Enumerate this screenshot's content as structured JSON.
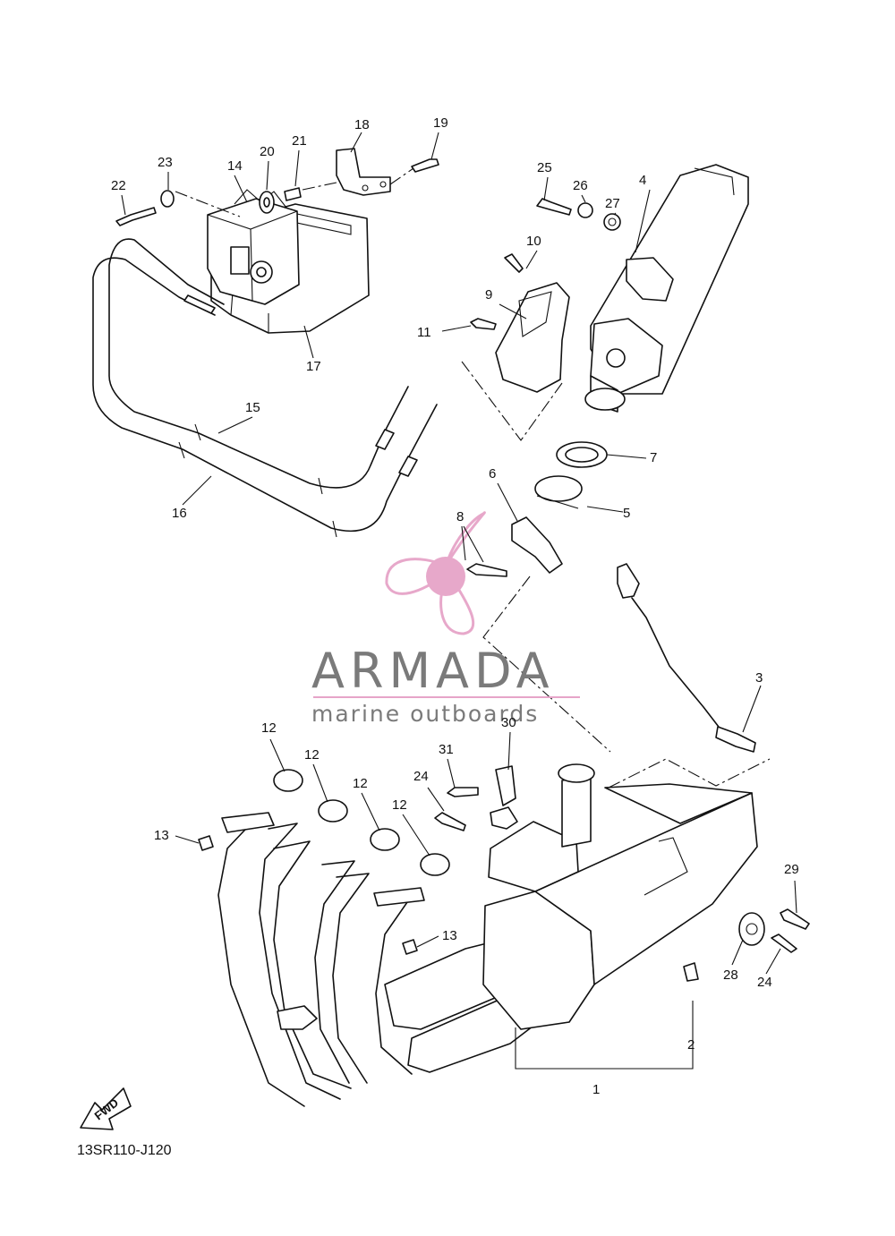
{
  "diagram": {
    "callouts": [
      {
        "id": "1",
        "label": "1"
      },
      {
        "id": "2",
        "label": "2"
      },
      {
        "id": "3",
        "label": "3"
      },
      {
        "id": "4",
        "label": "4"
      },
      {
        "id": "5",
        "label": "5"
      },
      {
        "id": "6",
        "label": "6"
      },
      {
        "id": "7",
        "label": "7"
      },
      {
        "id": "8",
        "label": "8"
      },
      {
        "id": "9",
        "label": "9"
      },
      {
        "id": "10",
        "label": "10"
      },
      {
        "id": "11",
        "label": "11"
      },
      {
        "id": "12a",
        "label": "12"
      },
      {
        "id": "12b",
        "label": "12"
      },
      {
        "id": "12c",
        "label": "12"
      },
      {
        "id": "12d",
        "label": "12"
      },
      {
        "id": "13a",
        "label": "13"
      },
      {
        "id": "13b",
        "label": "13"
      },
      {
        "id": "14",
        "label": "14"
      },
      {
        "id": "15",
        "label": "15"
      },
      {
        "id": "16",
        "label": "16"
      },
      {
        "id": "17",
        "label": "17"
      },
      {
        "id": "18",
        "label": "18"
      },
      {
        "id": "19",
        "label": "19"
      },
      {
        "id": "20",
        "label": "20"
      },
      {
        "id": "21",
        "label": "21"
      },
      {
        "id": "22",
        "label": "22"
      },
      {
        "id": "23",
        "label": "23"
      },
      {
        "id": "24a",
        "label": "24"
      },
      {
        "id": "24b",
        "label": "24"
      },
      {
        "id": "25",
        "label": "25"
      },
      {
        "id": "26",
        "label": "26"
      },
      {
        "id": "27",
        "label": "27"
      },
      {
        "id": "28",
        "label": "28"
      },
      {
        "id": "29",
        "label": "29"
      },
      {
        "id": "30",
        "label": "30"
      },
      {
        "id": "31",
        "label": "31"
      }
    ],
    "diagram_code": "13SR110-J120",
    "fwd_label": "FWD"
  },
  "watermark": {
    "brand": "ARMADA",
    "tagline": "marine outboards",
    "brand_color": "#7a7a7a",
    "accent_color": "#e6a4c8"
  }
}
